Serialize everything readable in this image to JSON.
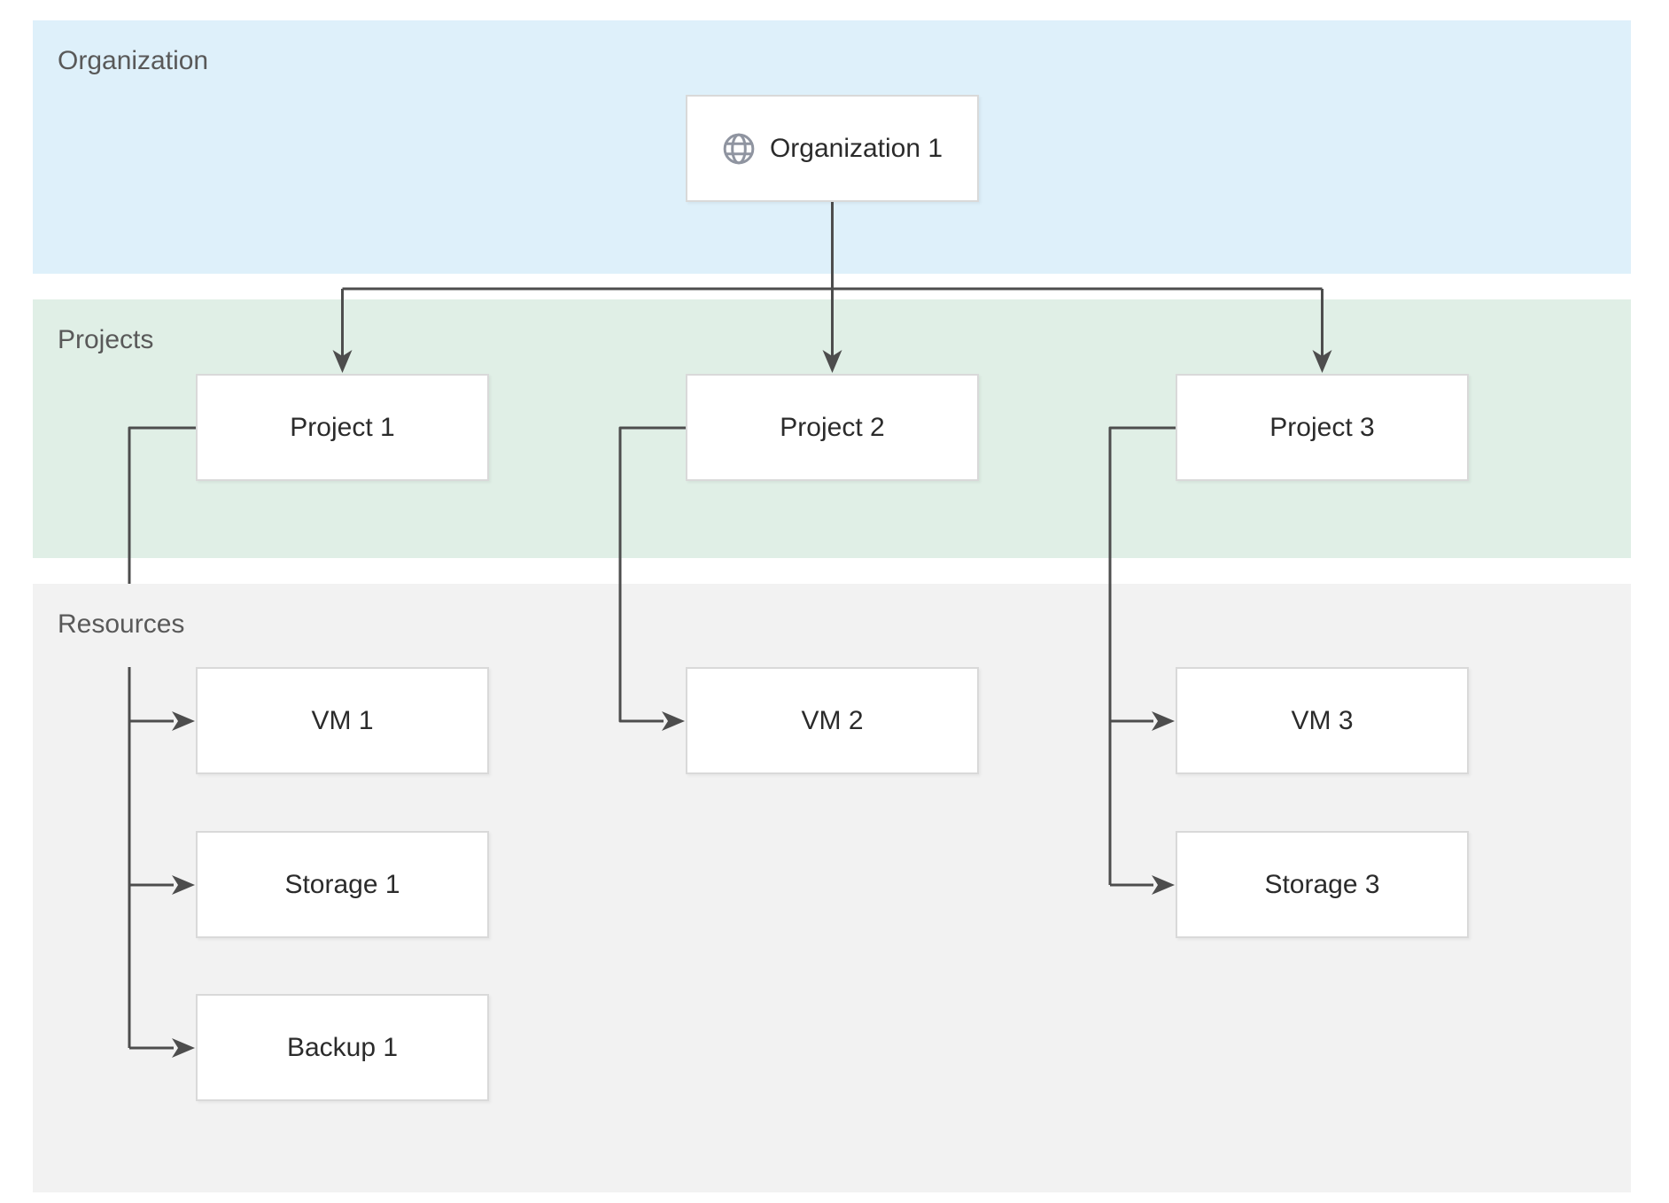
{
  "diagram": {
    "bands": {
      "organization": {
        "label": "Organization"
      },
      "projects": {
        "label": "Projects"
      },
      "resources": {
        "label": "Resources"
      }
    },
    "nodes": {
      "organization1": {
        "label": "Organization 1",
        "icon": "globe-icon"
      },
      "project1": {
        "label": "Project 1"
      },
      "project2": {
        "label": "Project 2"
      },
      "project3": {
        "label": "Project 3"
      },
      "vm1": {
        "label": "VM 1"
      },
      "vm2": {
        "label": "VM 2"
      },
      "vm3": {
        "label": "VM 3"
      },
      "storage1": {
        "label": "Storage 1"
      },
      "storage3": {
        "label": "Storage 3"
      },
      "backup1": {
        "label": "Backup 1"
      }
    },
    "colors": {
      "organization_band": "#def0fa",
      "projects_band": "#e0efe6",
      "resources_band": "#f2f2f2",
      "connector": "#4d4d4d",
      "node_border": "#d9d9d9",
      "node_bg": "#ffffff",
      "band_label_text": "#595959",
      "node_text": "#2b2b2b",
      "icon": "#8f94a0"
    }
  }
}
